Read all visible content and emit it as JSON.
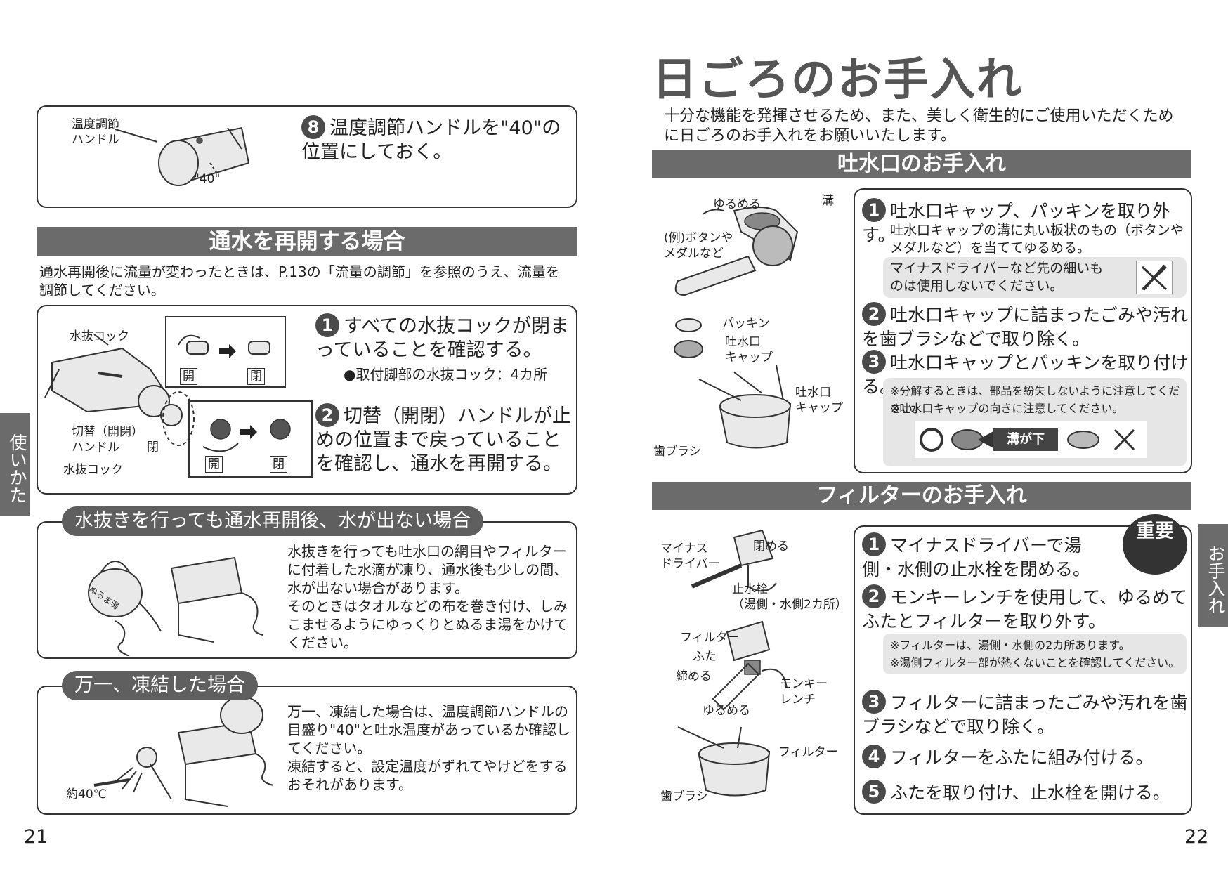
{
  "left_page": {
    "page_number": "21",
    "side_tab": "使いかた",
    "step8": {
      "number": "8",
      "text": "温度調節ハンドルを\"40\"の位置にしておく。",
      "label_handle": "温度調節\nハンドル",
      "label_40": "\"40\""
    },
    "resume_section": {
      "title": "通水を再開する場合",
      "intro": "通水再開後に流量が変わったときは、P.13の「流量の調節」を参照のうえ、流量を調節してください。",
      "label_drain_cock_top": "水抜コック",
      "label_switch_handle": "切替（開閉）\nハンドル",
      "label_drain_cock_bottom": "水抜コック",
      "label_close": "閉",
      "tag_open": "開",
      "tag_close": "閉",
      "steps": [
        {
          "number": "1",
          "text": "すべての水抜コックが閉まっていることを確認する。",
          "sub": "●取付脚部の水抜コック：4カ所"
        },
        {
          "number": "2",
          "text": "切替（開閉）ハンドルが止めの位置まで戻っていることを確認し、通水を再開する。"
        }
      ]
    },
    "no_water_section": {
      "title": "水抜きを行っても通水再開後、水が出ない場合",
      "text": "水抜きを行っても吐水口の網目やフィルターに付着した水滴が凍り、通水後も少しの間、水が出ない場合があります。\nそのときはタオルなどの布を巻き付け、しみこませるようにゆっくりとぬるま湯をかけてください。",
      "kettle_label": "ぬるま湯"
    },
    "frozen_section": {
      "title": "万一、凍結した場合",
      "text": "万一、凍結した場合は、温度調節ハンドルの目盛り\"40\"と吐水温度があっているか確認してください。\n凍結すると、設定温度がずれてやけどをするおそれがあります。",
      "label_temp": "約40℃"
    }
  },
  "right_page": {
    "page_number": "22",
    "side_tab": "お手入れ",
    "title": "日ごろのお手入れ",
    "intro": "十分な機能を発揮させるため、また、美しく衛生的にご使用いただくために日ごろのお手入れをお願いいたします。",
    "spout_section": {
      "title": "吐水口のお手入れ",
      "labels": {
        "loosen": "ゆるめる",
        "groove": "溝",
        "example": "(例)ボタンや\nメダルなど",
        "packing": "パッキン",
        "spout_cap": "吐水口\nキャップ",
        "spout_cap2": "吐水口\nキャップ",
        "toothbrush": "歯ブラシ"
      },
      "steps": [
        {
          "number": "1",
          "text": "吐水口キャップ、パッキンを取り外す。",
          "sub": "吐水口キャップの溝に丸い板状のもの（ボタンやメダルなど）を当ててゆるめる。"
        },
        {
          "number": "2",
          "text": "吐水口キャップに詰まったごみや汚れを歯ブラシなどで取り除く。"
        },
        {
          "number": "3",
          "text": "吐水口キャップとパッキンを取り付ける。"
        }
      ],
      "warning": "マイナスドライバーなど先の細いものは使用しないでください。",
      "notes": [
        "※分解するときは、部品を紛失しないように注意してください。",
        "※吐水口キャップの向きに注意してください。"
      ],
      "orientation_label": "溝が下"
    },
    "filter_section": {
      "title": "フィルターのお手入れ",
      "badge": "重要",
      "labels": {
        "screwdriver": "マイナス\nドライバー",
        "close": "閉める",
        "stop_valve": "止水栓\n（湯側・水側2カ所）",
        "filter": "フィルター",
        "lid": "ふた",
        "tighten": "締める",
        "loosen": "ゆるめる",
        "wrench": "モンキー\nレンチ",
        "filter2": "フィルター",
        "toothbrush": "歯ブラシ"
      },
      "steps": [
        {
          "number": "1",
          "text": "マイナスドライバーで湯側・水側の止水栓を閉める。"
        },
        {
          "number": "2",
          "text": "モンキーレンチを使用して、ゆるめてふたとフィルターを取り外す。"
        },
        {
          "number": "3",
          "text": "フィルターに詰まったごみや汚れを歯ブラシなどで取り除く。"
        },
        {
          "number": "4",
          "text": "フィルターをふたに組み付ける。"
        },
        {
          "number": "5",
          "text": "ふたを取り付け、止水栓を開ける。"
        }
      ],
      "notes": [
        "※フィルターは、湯側・水側の2カ所あります。",
        "※湯側フィルター部が熱くないことを確認してください。"
      ]
    }
  },
  "colors": {
    "bar": "#6b6b6b",
    "note_bg": "#e6e6e6",
    "number_badge": "#4a4a4a"
  }
}
